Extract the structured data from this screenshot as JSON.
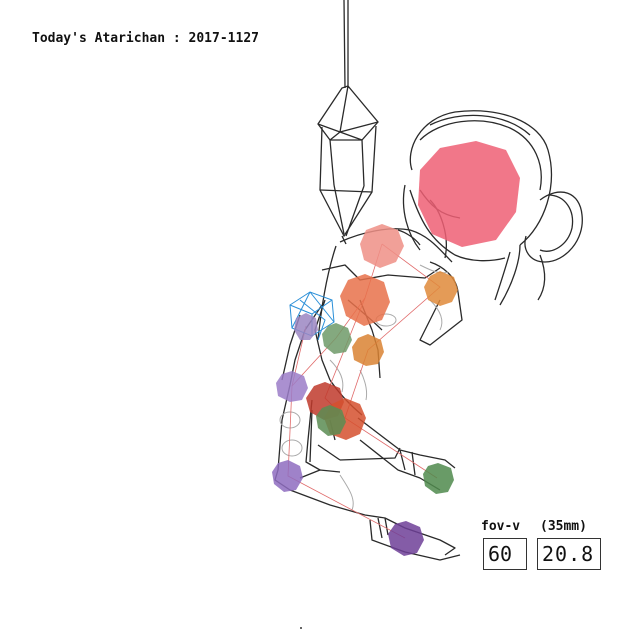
{
  "app": {
    "title": "Today's Atarichan : 2017-1127"
  },
  "camera": {
    "fov_label": "fov-v",
    "lens_label": "(35mm)",
    "fov_value": "60",
    "lens_value": "20.8"
  },
  "colors": {
    "line": "#2a2a2a",
    "bone": "#e06a6a",
    "head_joint": "#ef5f74",
    "chest_joint": "#ef8f86",
    "hip_joint": "#e8714a",
    "shoulder_r": "#df8a3a",
    "elbow_r": "#d98233",
    "hand_r": "#4f8a4c",
    "wrist_l": "#8e6cc0",
    "hand_l": "#6e3f98",
    "knee": "#c8452e",
    "gizmo": "#2a8fd8"
  },
  "icons": {
    "camera_gizmo": "cube-wireframe-icon"
  }
}
